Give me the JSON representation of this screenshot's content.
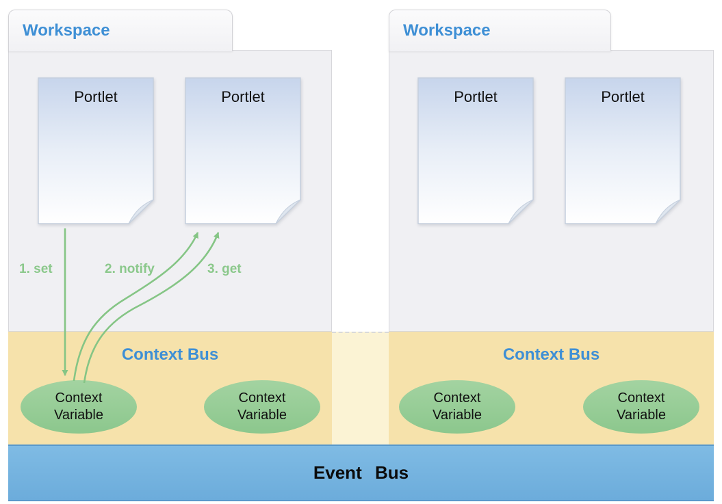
{
  "workspaces": [
    {
      "label": "Workspace",
      "portlets": [
        {
          "label": "Portlet"
        },
        {
          "label": "Portlet"
        }
      ],
      "context_bus": {
        "label": "Context Bus",
        "variables": [
          {
            "label": "Context Variable"
          },
          {
            "label": "Context Variable"
          }
        ]
      }
    },
    {
      "label": "Workspace",
      "portlets": [
        {
          "label": "Portlet"
        },
        {
          "label": "Portlet"
        }
      ],
      "context_bus": {
        "label": "Context Bus",
        "variables": [
          {
            "label": "Context Variable"
          },
          {
            "label": "Context Variable"
          }
        ]
      }
    }
  ],
  "arrows": [
    {
      "label": "1. set"
    },
    {
      "label": "2. notify"
    },
    {
      "label": "3. get"
    }
  ],
  "event_bus": {
    "label": "Event Bus"
  },
  "colors": {
    "workspace_title": "#3e8fd5",
    "context_bus_title": "#3e8fd5",
    "context_bus_fill": "#f6e2ab",
    "context_bus_link_fill": "#fbf3d4",
    "context_variable_fill": "#8cc78d",
    "event_bus_fill": "#74b2de",
    "arrow_green": "#85c585",
    "workspace_panel_fill": "#f0f0f3",
    "portlet_gradient_top": "#c7d5ec"
  }
}
